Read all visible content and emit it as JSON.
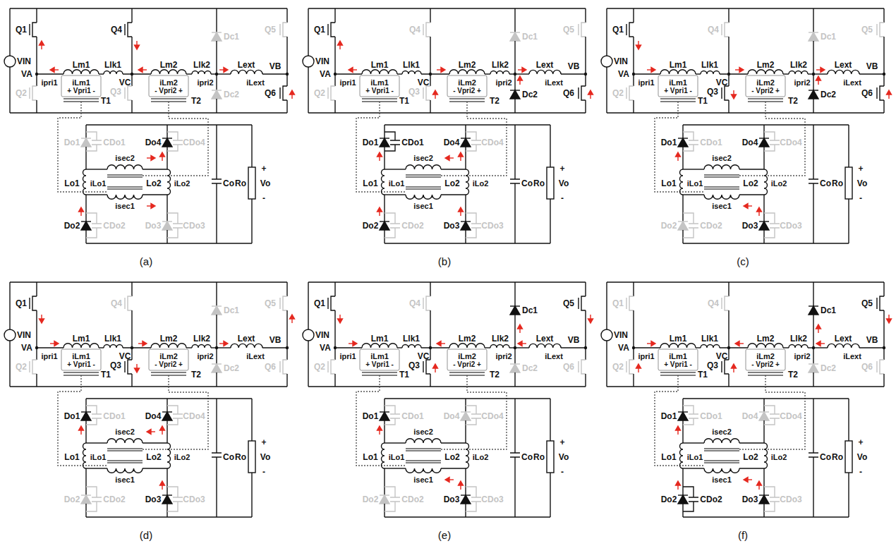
{
  "diagram": {
    "labels": [
      "Q1",
      "Q4",
      "Dc1",
      "Q5",
      "VIN",
      "VA",
      "Lm1",
      "Llk1",
      "Lm2",
      "Llk2",
      "Lext",
      "VB",
      "ipri1",
      "iLm1",
      "+ Vpri1 -",
      "VC",
      "T1",
      "iLm2",
      "- Vpri2 +",
      "ipri2",
      "T2",
      "iLext",
      "Q2",
      "Q3",
      "Dc2",
      "Q6",
      "Do1",
      "CDo1",
      "Do4",
      "CDo4",
      "isec2",
      "Lo1",
      "iLo1",
      "Lo2",
      "iLo2",
      "Co",
      "Ro",
      "+",
      "Vo",
      "-",
      "isec1",
      "Do2",
      "CDo2",
      "Do3",
      "CDo3",
      "(a)",
      "Q1",
      "Q4",
      "Dc1",
      "Q5",
      "VIN",
      "VA",
      "Lm1",
      "Llk1",
      "Lm2",
      "Llk2",
      "Lext",
      "VB",
      "ipri1",
      "iLm1",
      "+ Vpri1 -",
      "VC",
      "T1",
      "iLm2",
      "- Vpri2 +",
      "ipri2",
      "T2",
      "iLext",
      "Q2",
      "Q3",
      "Dc2",
      "Q6",
      "Do1",
      "CDo1",
      "Do4",
      "CDo4",
      "isec2",
      "Lo1",
      "iLo1",
      "Lo2",
      "iLo2",
      "Co",
      "Ro",
      "+",
      "Vo",
      "-",
      "isec1",
      "Do2",
      "CDo2",
      "Do3",
      "CDo3",
      "(b)",
      "Q1",
      "Q4",
      "Dc1",
      "Q5",
      "VIN",
      "VA",
      "Lm1",
      "Llk1",
      "Lm2",
      "Llk2",
      "Lext",
      "VB",
      "ipri1",
      "iLm1",
      "+ Vpri1 -",
      "VC",
      "T1",
      "iLm2",
      "- Vpri2 +",
      "ipri2",
      "T2",
      "iLext",
      "Q2",
      "Q3",
      "Dc2",
      "Q6",
      "Do1",
      "CDo1",
      "Do4",
      "CDo4",
      "isec2",
      "Lo1",
      "iLo1",
      "Lo2",
      "iLo2",
      "Co",
      "Ro",
      "+",
      "Vo",
      "-",
      "isec1",
      "Do2",
      "CDo2",
      "Do3",
      "CDo3",
      "(c)",
      "Q1",
      "Q4",
      "Dc1",
      "Q5",
      "VIN",
      "VA",
      "Lm1",
      "Llk1",
      "Lm2",
      "Llk2",
      "Lext",
      "VB",
      "ipri1",
      "iLm1",
      "+ Vpri1 -",
      "VC",
      "T1",
      "iLm2",
      "- Vpri2 +",
      "ipri2",
      "T2",
      "iLext",
      "Q2",
      "Q3",
      "Dc2",
      "Q6",
      "Do1",
      "CDo1",
      "Do4",
      "CDo4",
      "isec2",
      "Lo1",
      "iLo1",
      "Lo2",
      "iLo2",
      "Co",
      "Ro",
      "+",
      "Vo",
      "-",
      "isec1",
      "Do2",
      "CDo2",
      "Do3",
      "CDo3",
      "(d)",
      "Q1",
      "Q4",
      "Dc1",
      "Q5",
      "VIN",
      "VA",
      "Lm1",
      "Llk1",
      "Lm2",
      "Llk2",
      "Lext",
      "VB",
      "ipri1",
      "iLm1",
      "+ Vpri1 -",
      "VC",
      "T1",
      "iLm2",
      "- Vpri2 +",
      "ipri2",
      "T2",
      "iLext",
      "Q2",
      "Q3",
      "Dc2",
      "Q6",
      "Do1",
      "CDo1",
      "Do4",
      "CDo4",
      "isec2",
      "Lo1",
      "iLo1",
      "Lo2",
      "iLo2",
      "Co",
      "Ro",
      "+",
      "Vo",
      "-",
      "isec1",
      "Do2",
      "CDo2",
      "Do3",
      "CDo3",
      "(e)",
      "Q1",
      "Q4",
      "Dc1",
      "Q5",
      "VIN",
      "VA",
      "Lm1",
      "Llk1",
      "Lm2",
      "Llk2",
      "Lext",
      "VB",
      "ipri1",
      "iLm1",
      "+ Vpri1 -",
      "VC",
      "T1",
      "iLm2",
      "- Vpri2 +",
      "ipri2",
      "T2",
      "iLext",
      "Q2",
      "Q3",
      "Dc2",
      "Q6",
      "Do1",
      "CDo1",
      "Do4",
      "CDo4",
      "isec2",
      "Lo1",
      "iLo1",
      "Lo2",
      "iLo2",
      "Co",
      "Ro",
      "+",
      "Vo",
      "-",
      "isec1",
      "Do2",
      "CDo2",
      "Do3",
      "CDo3",
      "(f)"
    ]
  }
}
